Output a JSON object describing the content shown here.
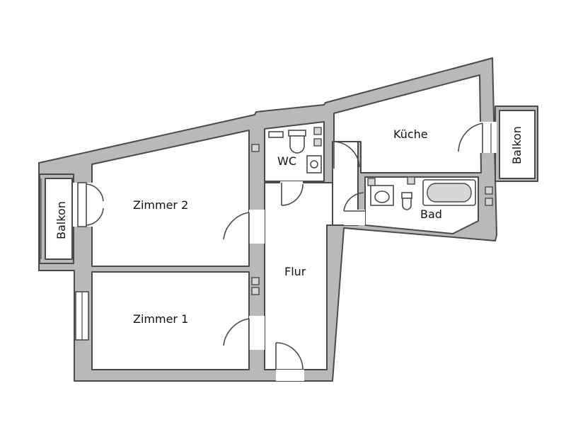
{
  "rooms": {
    "kueche": "Küche",
    "wc": "WC",
    "zimmer2": "Zimmer 2",
    "zimmer1": "Zimmer 1",
    "flur": "Flur",
    "bad": "Bad",
    "balkon_left": "Balkon",
    "balkon_right": "Balkon"
  },
  "colors": {
    "wall": "#b9b9b9",
    "line": "#4a4a4a",
    "floor": "#ffffff"
  }
}
